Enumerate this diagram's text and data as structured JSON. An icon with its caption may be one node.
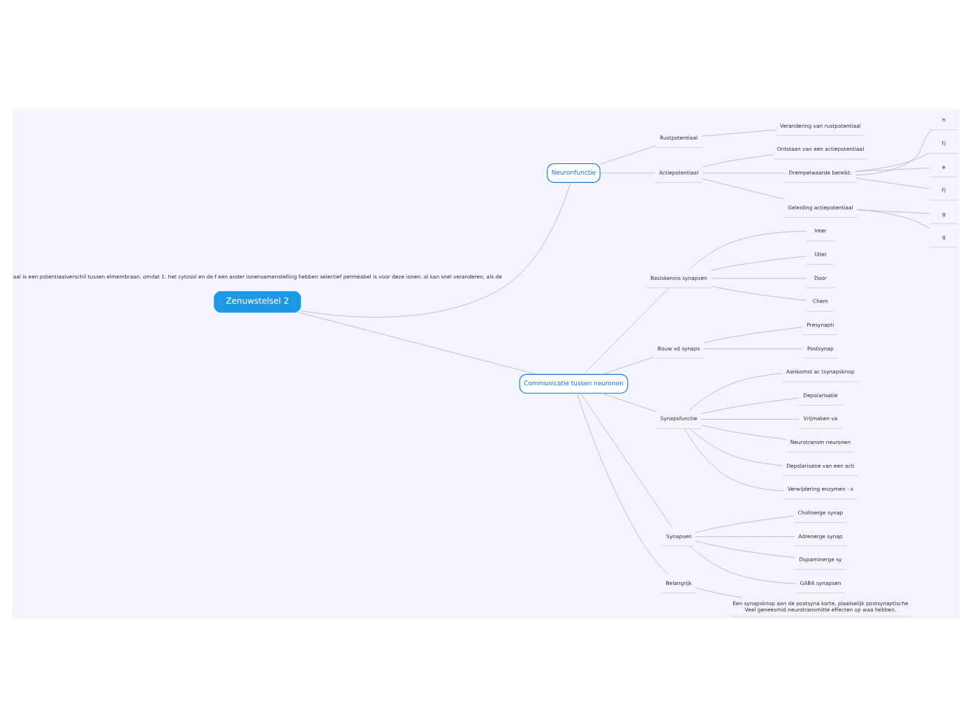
{
  "diagram": {
    "nodes": [
      {
        "text": [
          "Zenuwstelsel 2"
        ]
      },
      {
        "text": [
          "Neuronfunctie"
        ]
      },
      {
        "text": [
          "Communicatie tussen neuronen"
        ]
      },
      {
        "text": [
          "Rustpotentiaal"
        ]
      },
      {
        "text": [
          "Verandering van rustpotentiaal"
        ]
      },
      {
        "text": [
          "Actiepotentiaal"
        ]
      },
      {
        "text": [
          "Ontstaan van een actiepotentiaal"
        ]
      },
      {
        "text": [
          "Drempelwaarde bereikt:"
        ]
      },
      {
        "text": [
          "n"
        ]
      },
      {
        "text": [
          "f)"
        ]
      },
      {
        "text": [
          "e"
        ]
      },
      {
        "text": [
          "f)"
        ]
      },
      {
        "text": [
          "Geleiding actiepotentiaal"
        ]
      },
      {
        "text": [
          "g"
        ]
      },
      {
        "text": [
          "g"
        ]
      },
      {
        "text": [
          "Basiskennis synapsen"
        ]
      },
      {
        "text": [
          "Inter"
        ]
      },
      {
        "text": [
          "Uitei"
        ]
      },
      {
        "text": [
          "Door"
        ]
      },
      {
        "text": [
          "Chem"
        ]
      },
      {
        "text": [
          "Bouw vd synaps"
        ]
      },
      {
        "text": [
          "Presynapti"
        ]
      },
      {
        "text": [
          "Postsynap"
        ]
      },
      {
        "text": [
          "Synapsfunctie"
        ]
      },
      {
        "text": [
          "Aankomst ac (synapsknop"
        ]
      },
      {
        "text": [
          "Depolarisatie"
        ]
      },
      {
        "text": [
          "Vrijmaken va"
        ]
      },
      {
        "text": [
          "Neurotransm neuronen"
        ]
      },
      {
        "text": [
          "Depolarisatie van een acti"
        ]
      },
      {
        "text": [
          "Verwijdering enzymen - s"
        ]
      },
      {
        "text": [
          "Synapsen"
        ]
      },
      {
        "text": [
          "Cholinerge synap"
        ]
      },
      {
        "text": [
          "Adrenerge synap"
        ]
      },
      {
        "text": [
          "Dopaminerge sy"
        ]
      },
      {
        "text": [
          "GABA synapsen"
        ]
      },
      {
        "text": [
          "Belangrijk"
        ]
      },
      {
        "text": [
          "Een synapsknop aan de postsyna korte, plaatselijk postsynaptische",
          "Veel geneesmid neurotransmitte effecten op waa hebben."
        ]
      }
    ],
    "edges": [
      {
        "from": 0,
        "to": 1,
        "arrow": "none"
      },
      {
        "from": 0,
        "to": 2,
        "arrow": "none"
      },
      {
        "from": 1,
        "to": 3,
        "arrow": "none"
      },
      {
        "from": 3,
        "to": 4,
        "arrow": "none"
      },
      {
        "from": 1,
        "to": 5,
        "arrow": "none"
      },
      {
        "from": 5,
        "to": 6,
        "arrow": "none"
      },
      {
        "from": 5,
        "to": 7,
        "arrow": "none"
      },
      {
        "from": 7,
        "to": 8,
        "arrow": "none"
      },
      {
        "from": 7,
        "to": 9,
        "arrow": "none"
      },
      {
        "from": 7,
        "to": 10,
        "arrow": "none"
      },
      {
        "from": 7,
        "to": 11,
        "arrow": "none"
      },
      {
        "from": 5,
        "to": 12,
        "arrow": "none"
      },
      {
        "from": 12,
        "to": 13,
        "arrow": "none"
      },
      {
        "from": 12,
        "to": 14,
        "arrow": "none"
      },
      {
        "from": 2,
        "to": 15,
        "arrow": "none"
      },
      {
        "from": 15,
        "to": 16,
        "arrow": "none"
      },
      {
        "from": 15,
        "to": 17,
        "arrow": "none"
      },
      {
        "from": 15,
        "to": 18,
        "arrow": "none"
      },
      {
        "from": 15,
        "to": 19,
        "arrow": "none"
      },
      {
        "from": 2,
        "to": 20,
        "arrow": "none"
      },
      {
        "from": 20,
        "to": 21,
        "arrow": "none"
      },
      {
        "from": 20,
        "to": 22,
        "arrow": "none"
      },
      {
        "from": 2,
        "to": 23,
        "arrow": "none"
      },
      {
        "from": 23,
        "to": 24,
        "arrow": "none"
      },
      {
        "from": 23,
        "to": 25,
        "arrow": "none"
      },
      {
        "from": 23,
        "to": 26,
        "arrow": "none"
      },
      {
        "from": 23,
        "to": 27,
        "arrow": "none"
      },
      {
        "from": 23,
        "to": 28,
        "arrow": "none"
      },
      {
        "from": 23,
        "to": 29,
        "arrow": "none"
      },
      {
        "from": 2,
        "to": 30,
        "arrow": "none"
      },
      {
        "from": 30,
        "to": 31,
        "arrow": "none"
      },
      {
        "from": 30,
        "to": 32,
        "arrow": "none"
      },
      {
        "from": 30,
        "to": 33,
        "arrow": "none"
      },
      {
        "from": 30,
        "to": 34,
        "arrow": "none"
      },
      {
        "from": 2,
        "to": 35,
        "arrow": "none"
      },
      {
        "from": 35,
        "to": 36,
        "arrow": "none"
      }
    ],
    "labels": [
      "aal is een potentiaalverschil tussen elmembraan, omdat 1: het cytosol en de f een ander ionensamenstelling hebben selectief permeabel is voor deze ionen. al kan snel veranderen, als de"
    ]
  }
}
